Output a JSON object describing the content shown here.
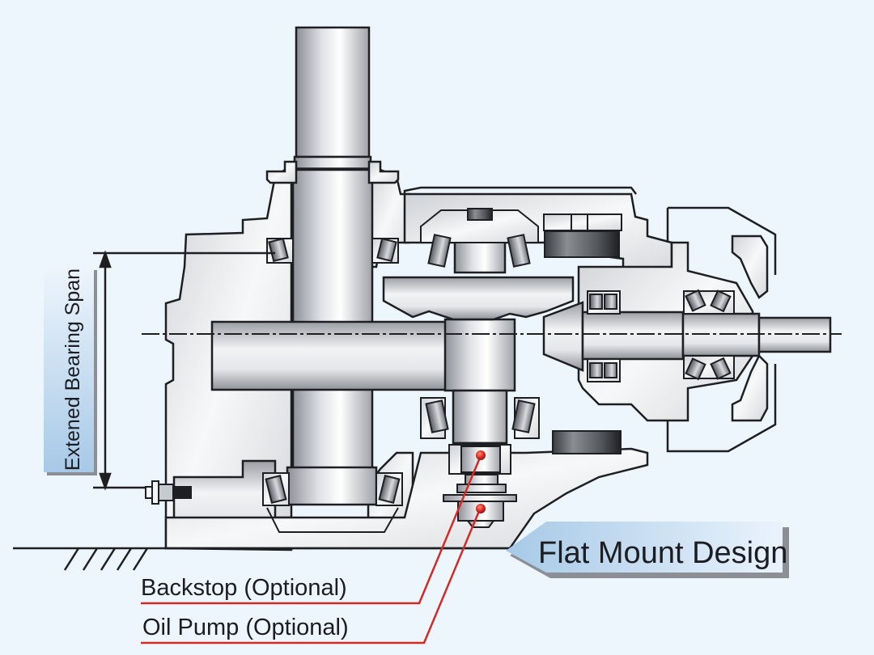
{
  "diagram": {
    "title": "Gear reducer cross-section",
    "labels": {
      "bearing_span": "Extened Bearing Span",
      "flat_mount": "Flat Mount Design",
      "backstop": "Backstop (Optional)",
      "oil_pump": "Oil Pump (Optional)"
    },
    "colors": {
      "background": "#eef6fd",
      "outline": "#1e1f22",
      "callout_red": "#d32a26",
      "label_box_light": "#e6f1fb",
      "label_box_dark": "#a9cbe8",
      "label_shadow": "#8c9096",
      "metal_light": "#f4f5f7",
      "metal_mid": "#c7cacf",
      "metal_dark": "#6e7178"
    }
  }
}
